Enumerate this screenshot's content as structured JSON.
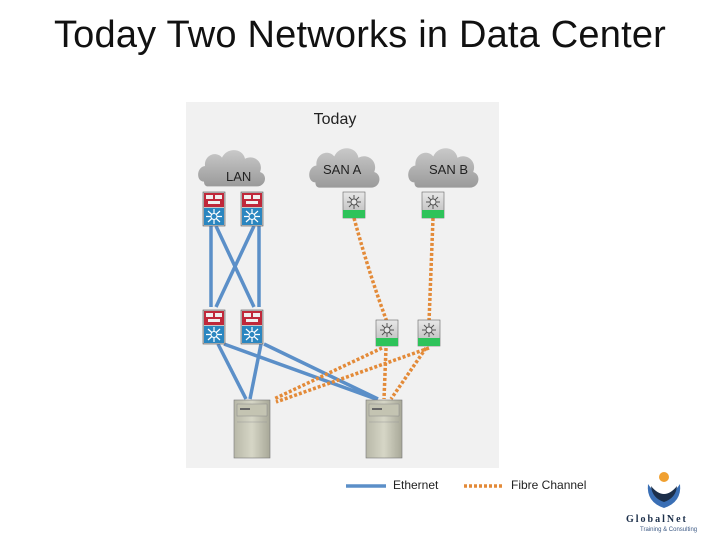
{
  "slide": {
    "title": "Today Two Networks in Data Center"
  },
  "diagram": {
    "panel_title": "Today",
    "clouds": [
      {
        "label": "LAN"
      },
      {
        "label": "SAN A"
      },
      {
        "label": "SAN B"
      }
    ],
    "legend": {
      "ethernet_label": "Ethernet",
      "fibre_label": "Fibre Channel",
      "ethernet_color": "#5b8fc8",
      "fibre_color": "#e38a38"
    }
  },
  "logo": {
    "name": "GlobalNet",
    "tagline": "Training & Consulting",
    "colors": {
      "navy": "#1c2f4a",
      "blue": "#3a6fb5",
      "orange": "#f0a030"
    }
  }
}
